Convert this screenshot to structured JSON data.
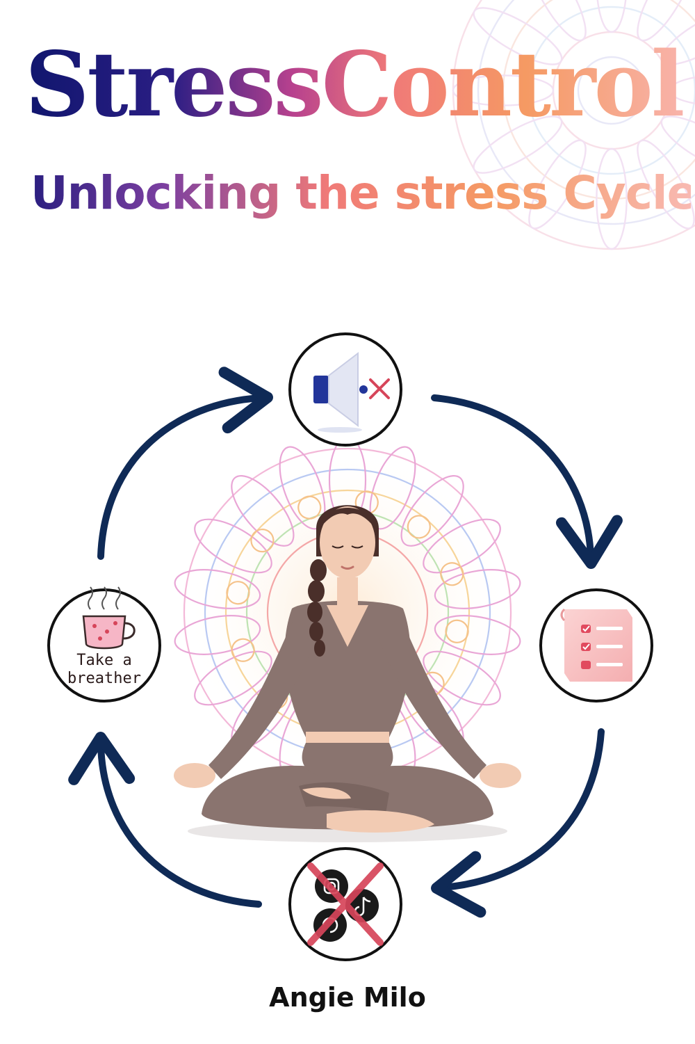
{
  "cover": {
    "title": "StressControl",
    "subtitle": "Unlocking the stress Cycle",
    "author": "Angie Milo"
  },
  "cycle_items": [
    {
      "icon": "muted-speaker-icon"
    },
    {
      "icon": "checklist-icon"
    },
    {
      "icon": "no-social-media-icon"
    },
    {
      "icon": "tea-cup-icon",
      "label_line1": "Take a",
      "label_line2": "breather"
    }
  ],
  "colors": {
    "arrow": "#0f2a56",
    "navy": "#10166e",
    "coral": "#f07a78",
    "peach": "#f59a63",
    "outfit": "#8a746f",
    "cross": "#d6455a"
  }
}
